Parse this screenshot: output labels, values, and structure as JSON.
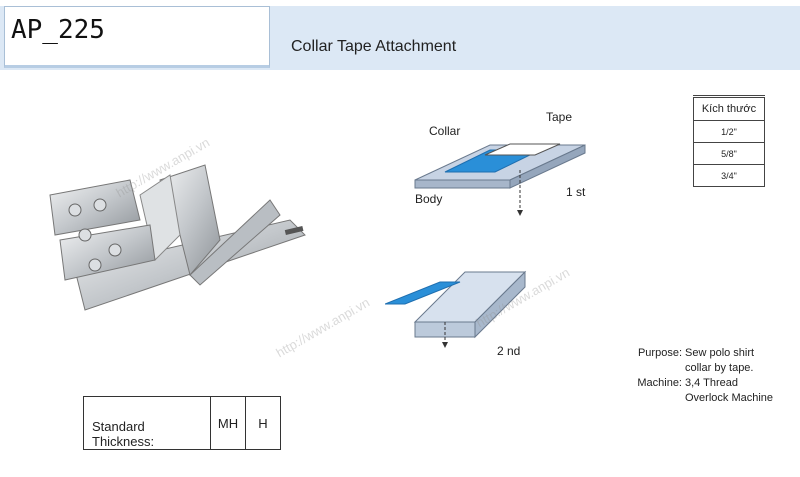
{
  "header": {
    "code": "AP_225",
    "title": "Collar Tape Attachment"
  },
  "diagram1": {
    "labels": {
      "collar": "Collar",
      "tape": "Tape",
      "body": "Body",
      "step": "1  st"
    }
  },
  "diagram2": {
    "labels": {
      "step": "2  nd"
    }
  },
  "size_table": {
    "header": "Kích thước",
    "sizes": [
      "1/2\"",
      "5/8\"",
      "3/4\""
    ]
  },
  "info": {
    "purpose_key": "Purpose:",
    "purpose_line1": "Sew polo shirt",
    "purpose_line2": "collar by tape.",
    "machine_key": "Machine:",
    "machine_line1": "3,4 Thread",
    "machine_line2": "Overlock Machine"
  },
  "thickness": {
    "label": "Standard Thickness:",
    "values": [
      "MH",
      "H"
    ]
  },
  "watermark": "http://www.anpi.vn",
  "colors": {
    "header_band": "#dce8f5",
    "tape_blue": "#2a8fd8",
    "metal": "#c8ccd0"
  }
}
